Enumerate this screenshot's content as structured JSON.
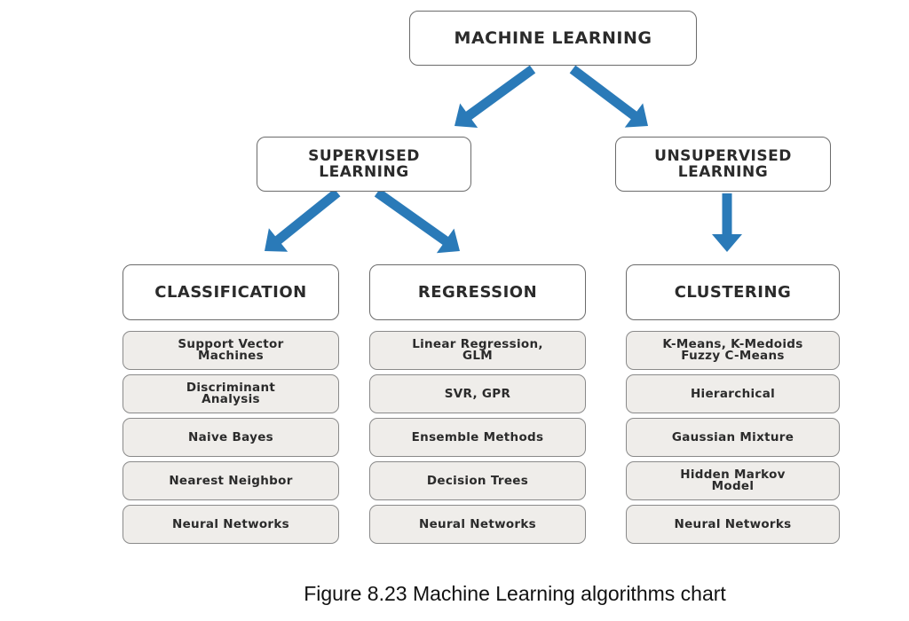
{
  "diagram": {
    "root": "MACHINE LEARNING",
    "branches": [
      {
        "label": "SUPERVISED LEARNING",
        "line1": "SUPERVISED",
        "line2": "LEARNING",
        "categories": [
          "CLASSIFICATION",
          "REGRESSION"
        ]
      },
      {
        "label": "UNSUPERVISED LEARNING",
        "line1": "UNSUPERVISED",
        "line2": "LEARNING",
        "categories": [
          "CLUSTERING"
        ]
      }
    ],
    "columns": [
      {
        "title": "CLASSIFICATION",
        "items": [
          {
            "l1": "Support Vector",
            "l2": "Machines"
          },
          {
            "l1": "Discriminant",
            "l2": "Analysis"
          },
          {
            "l1": "Naive Bayes",
            "l2": ""
          },
          {
            "l1": "Nearest Neighbor",
            "l2": ""
          },
          {
            "l1": "Neural Networks",
            "l2": ""
          }
        ]
      },
      {
        "title": "REGRESSION",
        "items": [
          {
            "l1": "Linear Regression,",
            "l2": "GLM"
          },
          {
            "l1": "SVR, GPR",
            "l2": ""
          },
          {
            "l1": "Ensemble Methods",
            "l2": ""
          },
          {
            "l1": "Decision Trees",
            "l2": ""
          },
          {
            "l1": "Neural Networks",
            "l2": ""
          }
        ]
      },
      {
        "title": "CLUSTERING",
        "items": [
          {
            "l1": "K-Means, K-Medoids",
            "l2": "Fuzzy C-Means"
          },
          {
            "l1": "Hierarchical",
            "l2": ""
          },
          {
            "l1": "Gaussian Mixture",
            "l2": ""
          },
          {
            "l1": "Hidden Markov",
            "l2": "Model"
          },
          {
            "l1": "Neural Networks",
            "l2": ""
          }
        ]
      }
    ],
    "arrow_color": "#2a7ab8"
  },
  "caption": "Figure 8.23 Machine Learning algorithms chart"
}
